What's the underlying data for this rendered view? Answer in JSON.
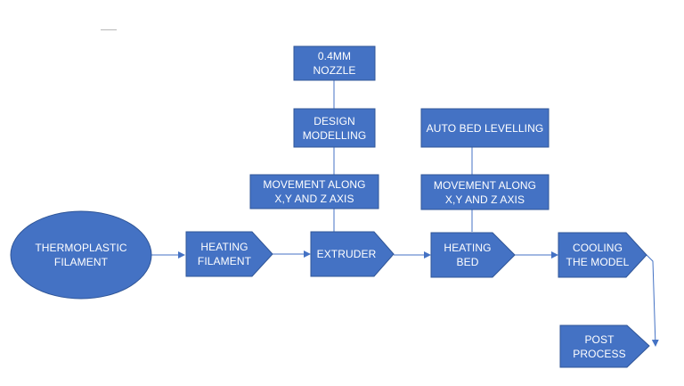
{
  "colors": {
    "fill": "#4472c4",
    "stroke": "#2f5597",
    "text": "#ffffff",
    "connector": "#4472c4"
  },
  "nodes": {
    "thermoplastic_filament": "THERMOPLASTIC\nFILAMENT",
    "heating_filament": "HEATING\nFILAMENT",
    "extruder": "EXTRUDER",
    "heating_bed": "HEATING\nBED",
    "cooling_the_model": "COOLING\nTHE MODEL",
    "post_process": "POST\nPROCESS",
    "nozzle": "0.4MM\nNOZZLE",
    "design_modelling": "DESIGN\nMODELLING",
    "movement_extruder": "MOVEMENT ALONG\nX,Y AND Z AXIS",
    "auto_bed_levelling": "AUTO BED LEVELLING",
    "movement_bed": "MOVEMENT ALONG\nX,Y AND Z AXIS"
  }
}
